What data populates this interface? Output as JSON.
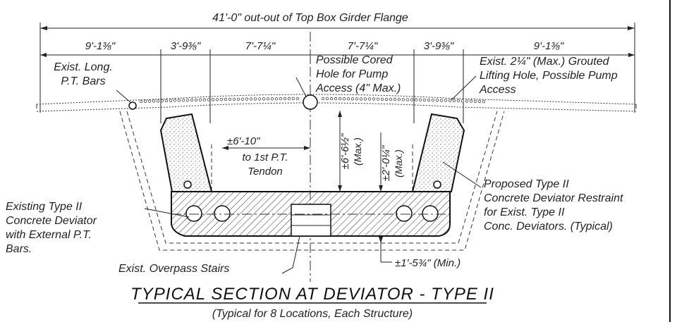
{
  "dimensions": {
    "overall": "41'-0\" out-out of Top Box Girder Flange",
    "segments": [
      "9'-1⅜\"",
      "3'-9⅜\"",
      "7'-7¼\"",
      "7'-7¼\"",
      "3'-9⅜\"",
      "9'-1⅜\""
    ],
    "to_tendon": "±6'-10\"",
    "height_max": "±6'-6½\"",
    "height_max_note": "(Max.)",
    "deviator_height": "±2'-0¼\"",
    "deviator_height_note": "(Max.)",
    "bottom_min": "±1'-5¾\" (Min.)"
  },
  "notes": {
    "pt_bars": [
      "Exist. Long.",
      "P.T. Bars"
    ],
    "cored_hole": [
      "Possible Cored",
      "Hole for Pump",
      "Access (4\" Max.)"
    ],
    "lifting_hole": [
      "Exist. 2¼\" (Max.) Grouted",
      "Lifting Hole, Possible Pump",
      "Access"
    ],
    "to_tendon": [
      "to 1st P.T.",
      "Tendon"
    ],
    "proposed_restraint": [
      "Proposed Type II",
      "Concrete Deviator Restraint",
      "for Exist. Type II",
      "Conc. Deviators. (Typical)"
    ],
    "existing_deviator": [
      "Existing Type II",
      "Concrete Deviator",
      "with External P.T.",
      "Bars."
    ],
    "overpass_stairs": "Exist. Overpass Stairs"
  },
  "title": "TYPICAL SECTION AT DEVIATOR - TYPE II",
  "subtitle": "(Typical for 8 Locations, Each Structure)"
}
